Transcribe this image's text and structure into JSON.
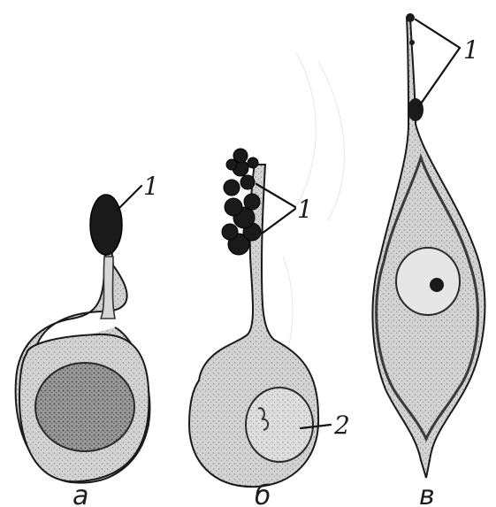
{
  "figure": {
    "panels": [
      {
        "id": "a",
        "caption": "а"
      },
      {
        "id": "b",
        "caption": "б"
      },
      {
        "id": "c",
        "caption": "в"
      }
    ],
    "labels": {
      "secretory_granules": "1",
      "nucleus": "2"
    }
  },
  "colors": {
    "ink": "#111111",
    "cytoplasm": "#cfcfcf",
    "nucleus": "#8a8a8a",
    "granule": "#1a1a1a",
    "background": "#ffffff"
  }
}
